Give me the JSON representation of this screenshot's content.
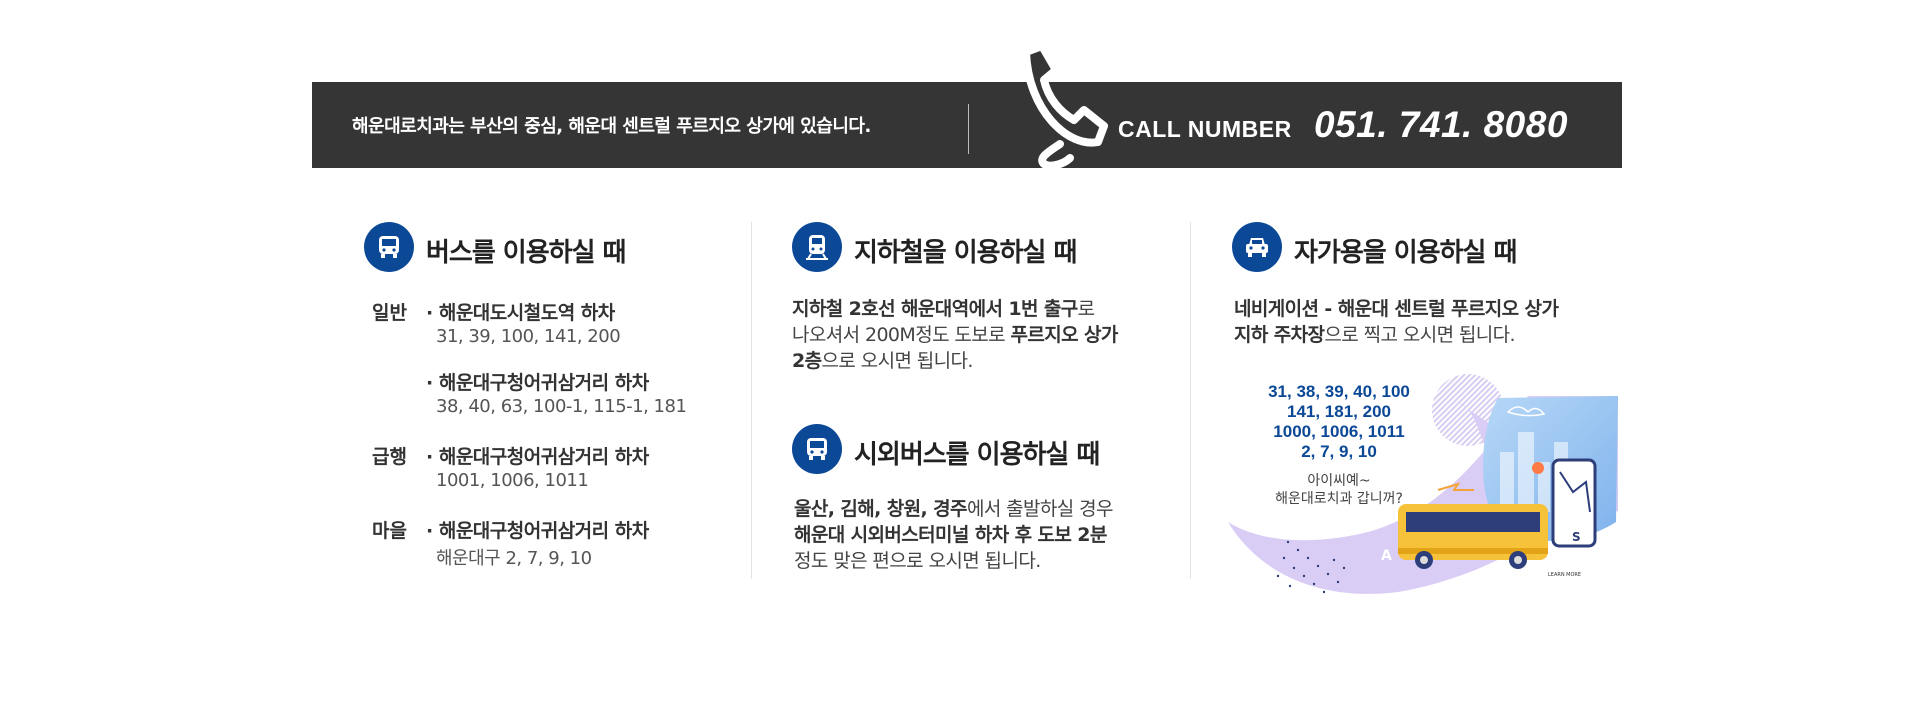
{
  "banner": {
    "text": "해운대로치과는 부산의 중심, 해운대 센트럴 푸르지오 상가에 있습니다.",
    "call_label": "CALL NUMBER",
    "phone": "051. 741. 8080"
  },
  "bus": {
    "title": "버스를 이용하실 때",
    "rows": [
      {
        "category": "일반",
        "stop": "· 해운대도시철도역 하차",
        "numbers": "31, 39, 100, 141, 200"
      },
      {
        "category": "",
        "stop": "· 해운대구청어귀삼거리 하차",
        "numbers": "38, 40, 63, 100-1, 115-1, 181"
      },
      {
        "category": "급행",
        "stop": "· 해운대구청어귀삼거리 하차",
        "numbers": "1001, 1006, 1011"
      },
      {
        "category": "마을",
        "stop": "· 해운대구청어귀삼거리 하차",
        "numbers": "해운대구 2, 7, 9, 10"
      }
    ]
  },
  "subway": {
    "title": "지하철을 이용하실 때",
    "line1_a": "지하철 2호선 해운대역에서 1번 출구",
    "line1_b": "로",
    "line2_a": "나오셔서 200M정도 도보로 ",
    "line2_b": "푸르지오 상가",
    "line3_a": "2층",
    "line3_b": "으로 오시면 됩니다."
  },
  "intercity": {
    "title": "시외버스를 이용하실 때",
    "line1_a": "울산, 김해, 창원, 경주",
    "line1_b": "에서 출발하실 경우",
    "line2": "해운대 시외버스터미널 하차 후 도보 2분",
    "line3": "정도 맞은 편으로 오시면 됩니다."
  },
  "car": {
    "title": "자가용을 이용하실 때",
    "line1": "네비게이션 - 해운대 센트럴 푸르지오 상가",
    "line2_a": "지하 주차장",
    "line2_b": "으로 찍고 오시면 됩니다."
  },
  "illustration": {
    "numbers": [
      "31, 38, 39, 40, 100",
      "141, 181, 200",
      "1000, 1006, 1011",
      "2, 7, 9, 10"
    ],
    "caption1": "아이씨예~",
    "caption2": "해운대로치과 갑니꺼?",
    "learn_more": "LEARN MORE",
    "map_letter": "A",
    "phone_letter": "S"
  },
  "colors": {
    "accent": "#0b4896",
    "banner": "#353535"
  }
}
